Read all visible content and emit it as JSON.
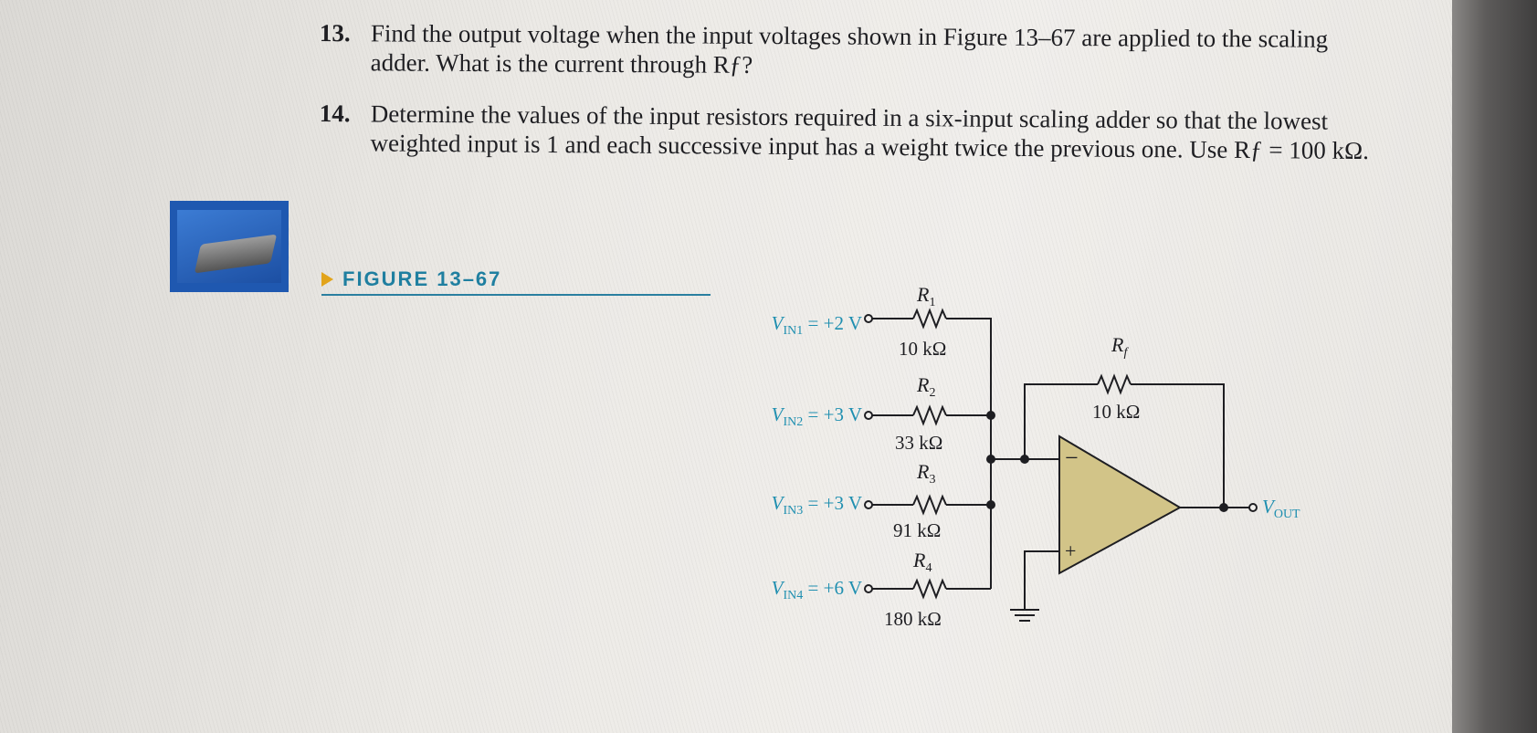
{
  "problems": [
    {
      "number": "13.",
      "text": "Find the output voltage when the input voltages shown in Figure 13–67 are applied to the scaling adder. What is the current through Rƒ?"
    },
    {
      "number": "14.",
      "text": "Determine the values of the input resistors required in a six-input scaling adder so that the lowest weighted input is 1 and each successive input has a weight twice the previous one. Use Rƒ = 100 kΩ."
    }
  ],
  "figure": {
    "label": "FIGURE 13–67",
    "accent_color": "#1f7fa0",
    "arrow_color": "#e2a41b"
  },
  "circuit": {
    "inputs": [
      {
        "name": "V",
        "sub": "IN1",
        "value": " = +2 V",
        "resistor": "R",
        "resistor_sub": "1",
        "resistance": "10 kΩ"
      },
      {
        "name": "V",
        "sub": "IN2",
        "value": " = +3 V",
        "resistor": "R",
        "resistor_sub": "2",
        "resistance": "33 kΩ"
      },
      {
        "name": "V",
        "sub": "IN3",
        "value": " = +3 V",
        "resistor": "R",
        "resistor_sub": "3",
        "resistance": "91 kΩ"
      },
      {
        "name": "V",
        "sub": "IN4",
        "value": " = +6 V",
        "resistor": "R",
        "resistor_sub": "4",
        "resistance": "180 kΩ"
      }
    ],
    "feedback": {
      "name": "R",
      "sub": "f",
      "resistance": "10 kΩ"
    },
    "output": {
      "name": "V",
      "sub": "OUT"
    },
    "opamp": {
      "minus": "−",
      "plus": "+",
      "fill": "#d2c488"
    }
  }
}
